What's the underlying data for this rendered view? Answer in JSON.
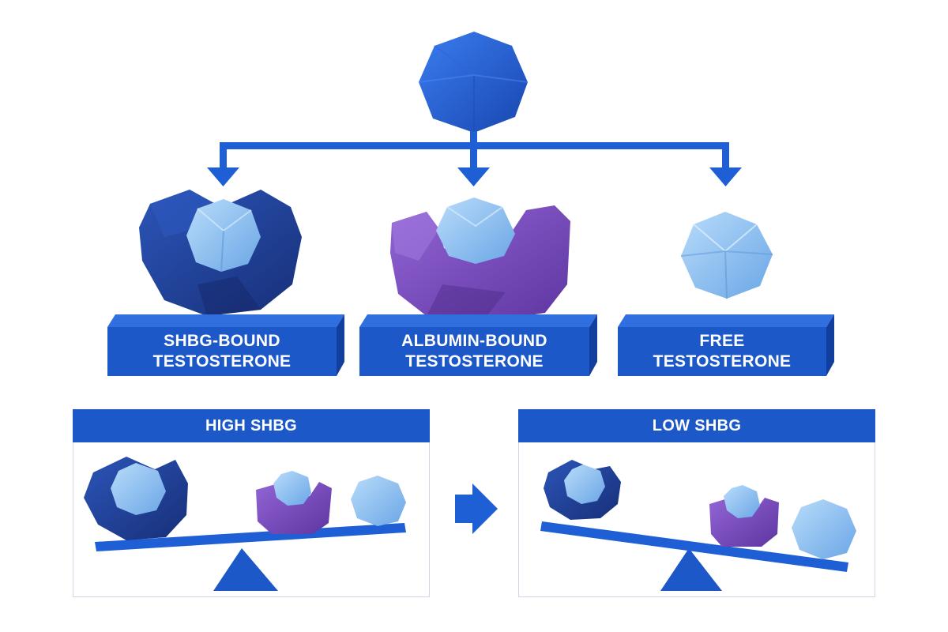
{
  "diagram": {
    "source": {
      "icon": "testosterone-molecule-icon",
      "color": "#1f5fd6"
    },
    "forms": [
      {
        "id": "shbg",
        "line1": "SHBG-BOUND",
        "line2": "TESTOSTERONE",
        "icon": "shbg-bound-molecule-icon"
      },
      {
        "id": "albumin",
        "line1": "ALBUMIN-BOUND",
        "line2": "TESTOSTERONE",
        "icon": "albumin-bound-molecule-icon"
      },
      {
        "id": "free",
        "line1": "FREE",
        "line2": "TESTOSTERONE",
        "icon": "free-testosterone-icon"
      }
    ],
    "panels": [
      {
        "id": "high",
        "title": "HIGH SHBG",
        "seesaw_tilt": "left-down",
        "icon": "seesaw-icon"
      },
      {
        "id": "low",
        "title": "LOW SHBG",
        "seesaw_tilt": "right-down",
        "icon": "seesaw-icon"
      }
    ],
    "transition_icon": "arrow-right-icon"
  },
  "colors": {
    "primary_blue": "#1d58c8",
    "arrow_blue": "#1f5fd6",
    "shbg_navy": "#1e3f96",
    "albumin_purple": "#7a4bbf",
    "free_light_blue": "#8ec2f0"
  }
}
